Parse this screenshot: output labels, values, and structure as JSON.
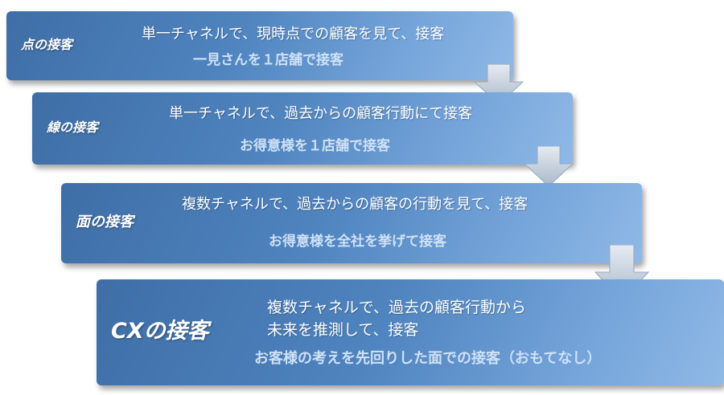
{
  "steps": [
    {
      "label": "点の接客",
      "description": "単一チャネルで、現時点での顧客を見て、接客",
      "subtext": "一見さんを１店舗で接客"
    },
    {
      "label": "線の接客",
      "description": "単一チャネルで、過去からの顧客行動にて接客",
      "subtext": "お得意様を１店舗で接客"
    },
    {
      "label": "面の接客",
      "description": "複数チャネルで、過去からの顧客の行動を見て、接客",
      "subtext": "お得意様を全社を挙げて接客"
    },
    {
      "label": "CXの接客",
      "description_line1": "複数チャネルで、過去の顧客行動から",
      "description_line2": "未来を推測して、接客",
      "subtext": "お客様の考えを先回りした面での接客（おもてなし）"
    }
  ],
  "colors": {
    "box_dark": "#3f6ea6",
    "box_light": "#8fb9e6",
    "arrow": "#b9c7d8",
    "text": "#ffffff",
    "subtext": "#cfe1f5"
  }
}
